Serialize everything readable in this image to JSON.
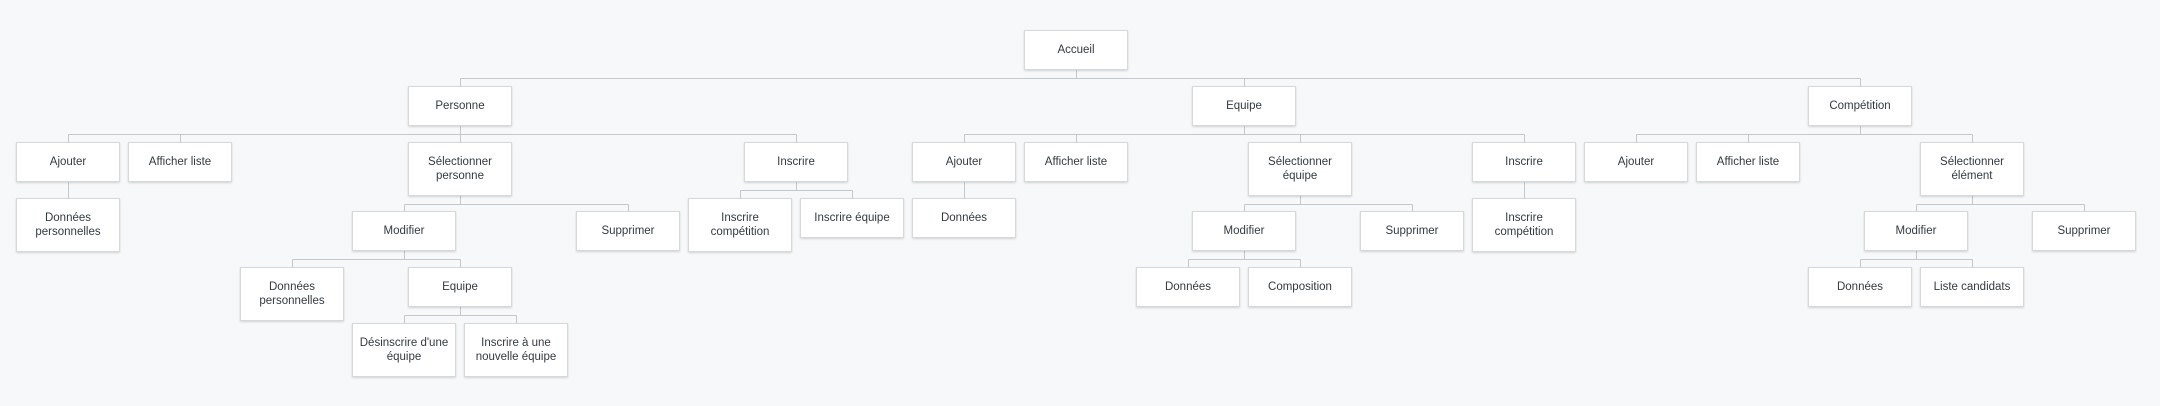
{
  "sitemap": {
    "root": "Accueil",
    "sections": {
      "personne": {
        "label": "Personne",
        "ajouter": "Ajouter",
        "donnees_personnelles": "Données\npersonnelles",
        "afficher_liste": "Afficher liste",
        "selectionner": "Sélectionner\npersonne",
        "modifier": "Modifier",
        "modifier_donnees": "Données\npersonnelles",
        "equipe": "Equipe",
        "desinscrire": "Désinscrire d'une\néquipe",
        "inscrire_nouvelle": "Inscrire à une\nnouvelle équipe",
        "supprimer": "Supprimer",
        "inscrire": "Inscrire",
        "inscrire_competition": "Inscrire\ncompétition",
        "inscrire_equipe": "Inscrire équipe"
      },
      "equipe": {
        "label": "Equipe",
        "ajouter": "Ajouter",
        "donnees": "Données",
        "afficher_liste": "Afficher liste",
        "selectionner": "Sélectionner\néquipe",
        "modifier": "Modifier",
        "modifier_donnees": "Données",
        "composition": "Composition",
        "supprimer": "Supprimer",
        "inscrire": "Inscrire",
        "inscrire_competition": "Inscrire\ncompétition"
      },
      "competition": {
        "label": "Compétition",
        "ajouter": "Ajouter",
        "afficher_liste": "Afficher liste",
        "selectionner": "Sélectionner\nélément",
        "modifier": "Modifier",
        "modifier_donnees": "Données",
        "liste_candidats": "Liste candidats",
        "supprimer": "Supprimer"
      }
    },
    "colors": {
      "background": "#f7f8f9",
      "node_fill": "#ffffff",
      "node_border": "#d6d9dc",
      "connector": "#c4c8cc",
      "text": "#333a40"
    }
  }
}
